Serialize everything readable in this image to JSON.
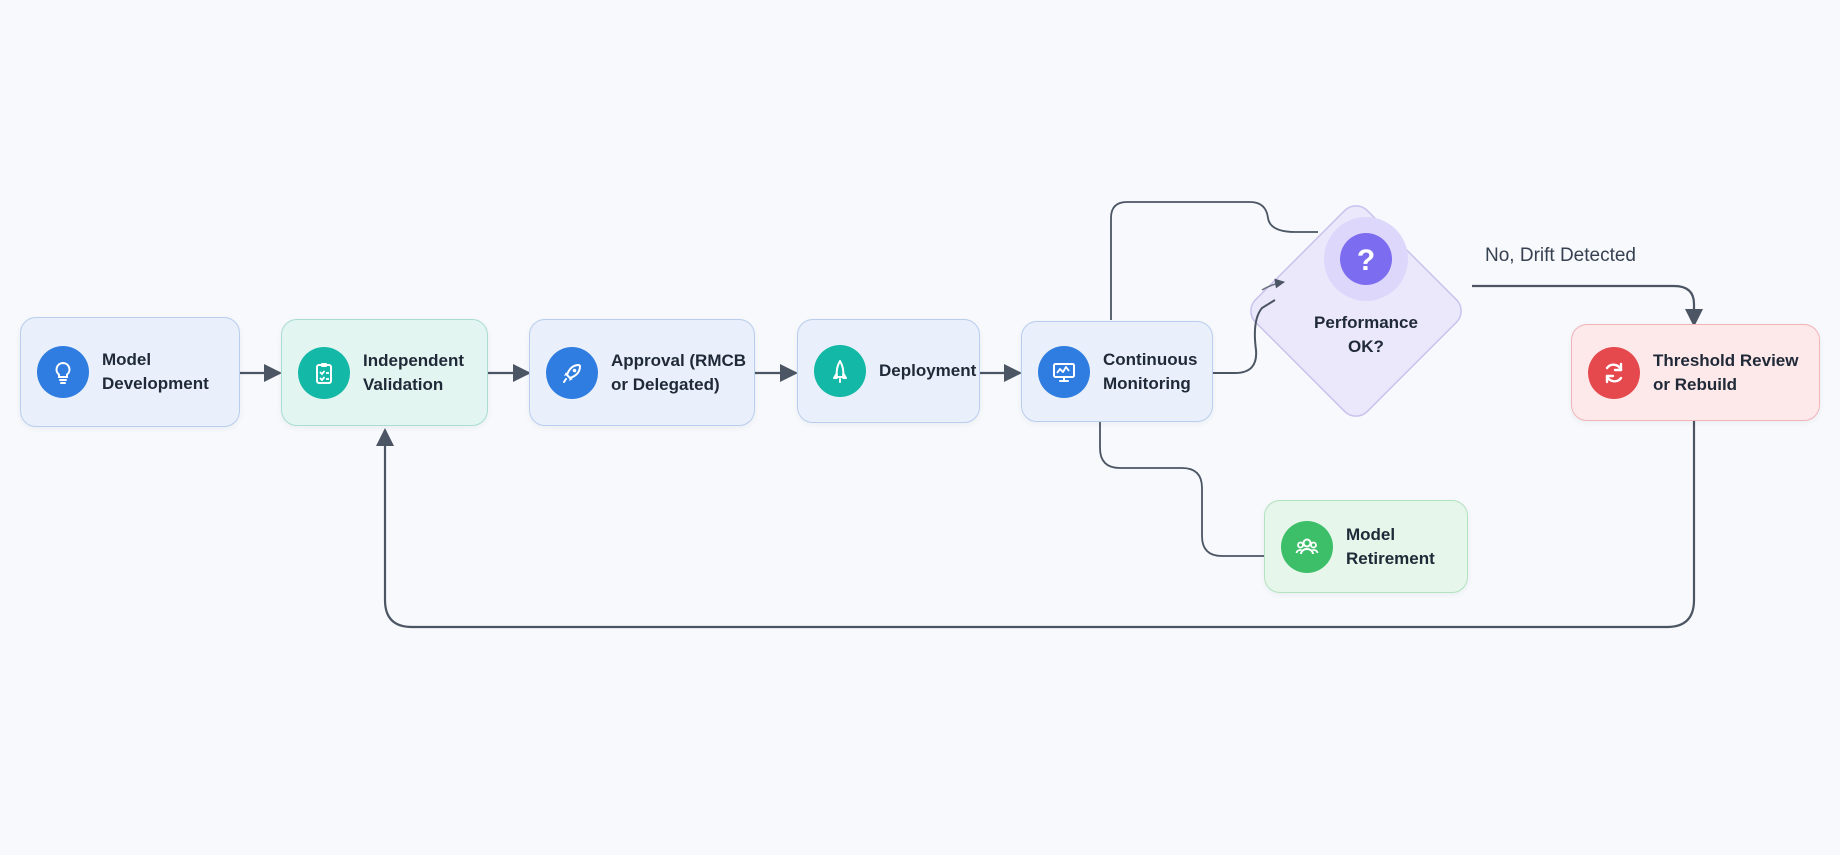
{
  "nodes": {
    "model_development": {
      "label": "Model\nDevelopment",
      "icon": "lightbulb-icon"
    },
    "independent_validation": {
      "label": "Independent\nValidation",
      "icon": "clipboard-check-icon"
    },
    "approval": {
      "label": "Approval (RMCB\nor Delegated)",
      "icon": "rocket-icon"
    },
    "deployment": {
      "label": "Deployment",
      "icon": "launch-icon"
    },
    "continuous_monitoring": {
      "label": "Continuous\nMonitoring",
      "icon": "monitor-chart-icon"
    },
    "performance_decision": {
      "label": "Performance\nOK?",
      "icon": "question-icon"
    },
    "threshold_review": {
      "label": "Threshold Review\nor Rebuild",
      "icon": "refresh-icon"
    },
    "model_retirement": {
      "label": "Model\nRetirement",
      "icon": "users-icon"
    }
  },
  "edges": {
    "drift_label": "No, Drift Detected"
  },
  "colors": {
    "background": "#f7f9fc",
    "connector": "#4b5563",
    "blue_badge": "#2f7de1",
    "teal_badge": "#14b8a6",
    "purple_badge": "#7c6cf0",
    "red_badge": "#e5484d",
    "green_badge": "#3cbf68",
    "decision_fill": "#ebe8fb",
    "decision_border": "#c9c2ef"
  }
}
